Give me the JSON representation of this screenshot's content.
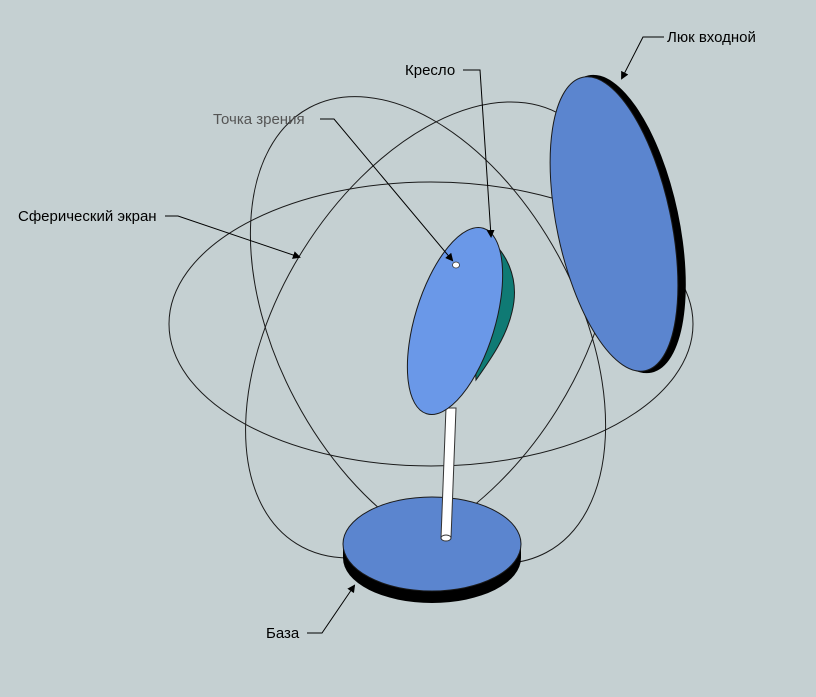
{
  "colors": {
    "background": "#c5d0d2",
    "sphere_lines": "#1a1a1a",
    "disk_blue": "#5b85cf",
    "seat_blue": "#6a98e8",
    "seat_teal": "#0f7a74",
    "post": "#ffffff",
    "label_text": "#000000",
    "label_muted": "#555555"
  },
  "labels": {
    "hatch": "Люк входной",
    "seat": "Кресло",
    "viewpoint": "Точка зрения",
    "screen": "Сферический экран",
    "base": "База"
  }
}
